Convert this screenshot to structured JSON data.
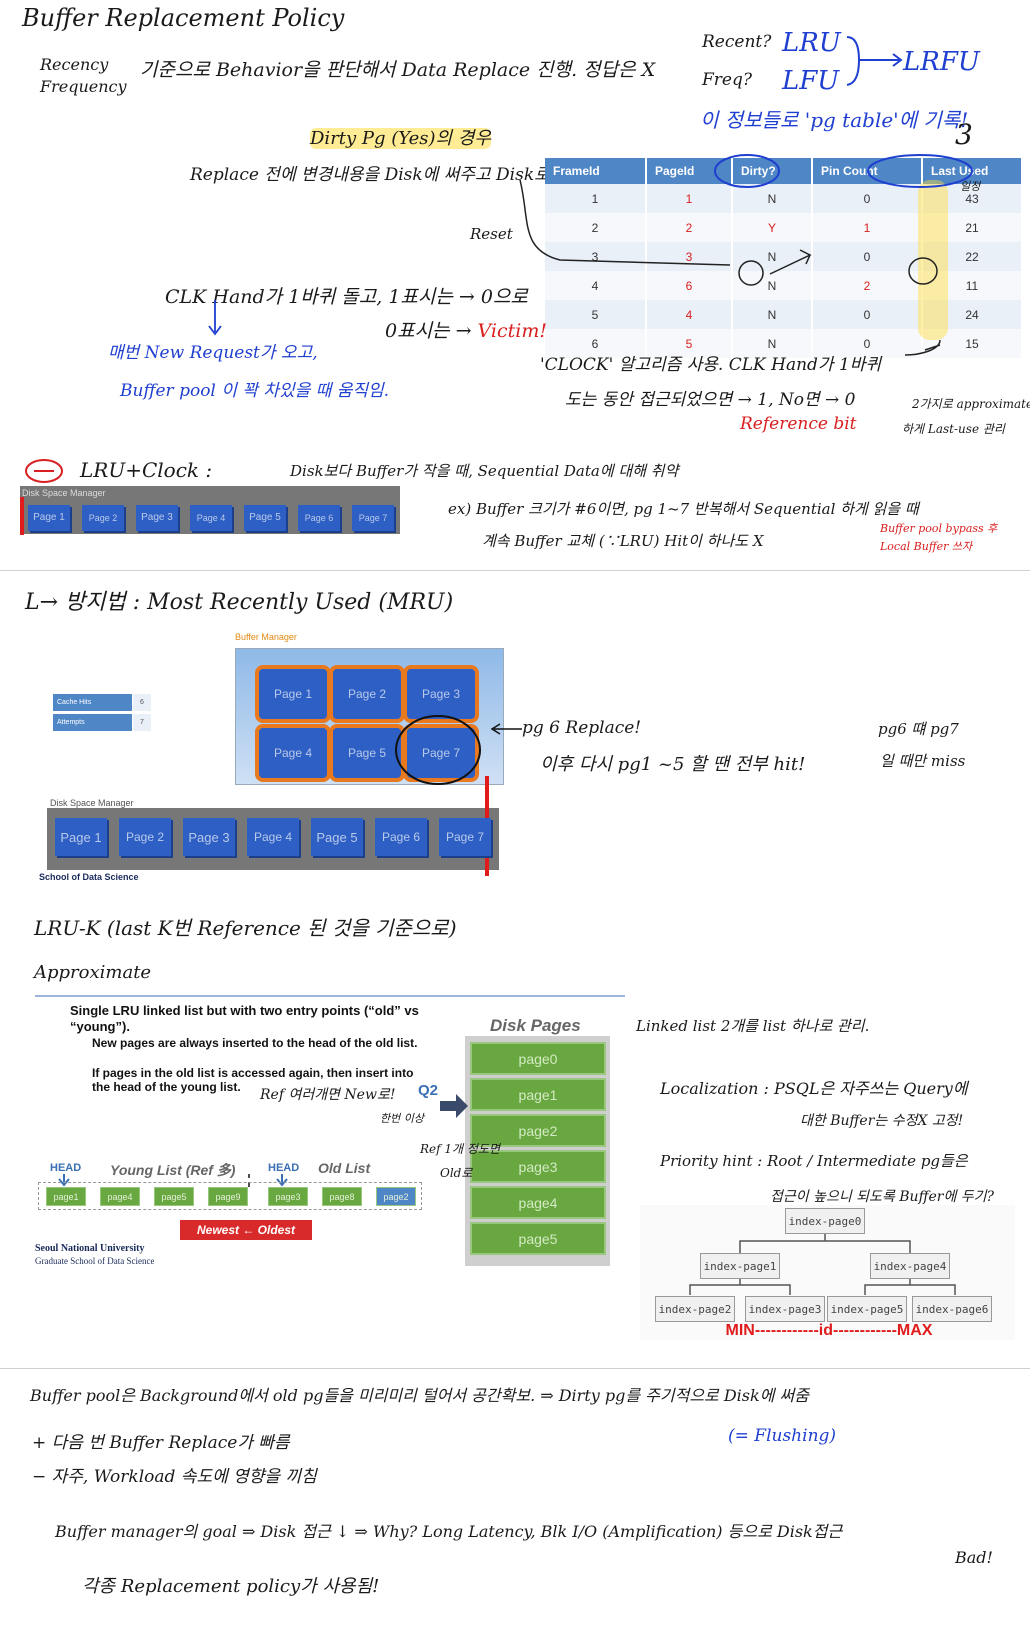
{
  "section1": {
    "title": "Buffer Replacement Policy",
    "criteria": "Recency Frequency",
    "summary": "기준으로 Behavior을 판단해서 Data Replace 진행. 정답은 X",
    "recent": "Recent?",
    "freq": "Freq?",
    "lru": "LRU",
    "lfu": "LFU",
    "lrfu": "LRFU",
    "record_note": "이 정보들로 'pg table'에 기록!",
    "dirty_note": "Dirty Pg (Yes)의 경우",
    "replace_note": "Replace 전에 변경내용을 Disk에 써주고 Disk로 내려야함",
    "clk_note": "CLK Hand가 1바퀴 돌고, 1표시는 → 0으로",
    "zero_note": "0표시는 →",
    "victim": "Victim!",
    "reset": "Reset",
    "three": "3",
    "request_note_1": "매번 New Request가 오고,",
    "request_note_2": "Buffer pool 이 꽉 차있을 때 움직임.",
    "clock_note_1": "'CLOCK' 알고리즘 사용. CLK Hand가 1바퀴",
    "clock_note_2": "도는 동안 접근되었으면 → 1, No면 → 0",
    "reference_bit": "Reference bit",
    "approx_note_1": "2가지로 approximate",
    "approx_note_2": "하게 Last-use 관리",
    "ago_note": "일정",
    "table": {
      "headers": [
        "FrameId",
        "PageId",
        "Dirty?",
        "Pin Count",
        "Last Used"
      ],
      "rows": [
        [
          "1",
          "1",
          "N",
          "0",
          "43"
        ],
        [
          "2",
          "2",
          "Y",
          "1",
          "21"
        ],
        [
          "3",
          "3",
          "N",
          "0",
          "22"
        ],
        [
          "4",
          "6",
          "N",
          "2",
          "11"
        ],
        [
          "5",
          "4",
          "N",
          "0",
          "24"
        ],
        [
          "6",
          "5",
          "N",
          "0",
          "15"
        ]
      ]
    }
  },
  "lru_clock": {
    "heading": "LRU+Clock :",
    "disk_label": "Disk Space Manager",
    "pages": [
      "Page 1",
      "Page 2",
      "Page 3",
      "Page 4",
      "Page 5",
      "Page 6",
      "Page 7"
    ],
    "note_1": "Disk보다 Buffer가 작을 때, Sequential Data에 대해 취약",
    "note_2": "ex) Buffer 크기가 #6이면, pg 1~7 반복해서 Sequential 하게 읽을 때",
    "note_3": "계속 Buffer 교체 (∵LRU) Hit이 하나도 X",
    "bypass_1": "Buffer pool bypass 후",
    "bypass_2": "Local Buffer 쓰자"
  },
  "mru": {
    "heading": "L→ 방지법 : Most Recently Used (MRU)",
    "buffer_label": "Buffer Manager",
    "cache_hits": "Cache Hits",
    "cache_hits_val": "6",
    "attempts": "Attempts",
    "attempts_val": "7",
    "buffer_pages": [
      "Page 1",
      "Page 2",
      "Page 3",
      "Page 4",
      "Page 5",
      "Page 7"
    ],
    "disk_label": "Disk Space Manager",
    "disk_pages": [
      "Page 1",
      "Page 2",
      "Page 3",
      "Page 4",
      "Page 5",
      "Page 6",
      "Page 7"
    ],
    "school": "School of Data Science",
    "note_replace": "pg 6 Replace!",
    "note_hit": "이후 다시 pg1 ~5 할 땐 전부 hit!",
    "note_miss_1": "pg6 떄 pg7",
    "note_miss_2": "일 때만 miss"
  },
  "lruk": {
    "heading": "LRU-K (last K번 Reference 된 것을 기준으로)",
    "approx": "Approximate"
  },
  "approx_slide": {
    "bullet_1": "Single LRU linked list but with two entry points (“old” vs “young”).",
    "bullet_2": "New pages are always inserted to the head of the old list.",
    "bullet_3": "If pages in the old list is accessed again, then insert into the head of the young list.",
    "disk_title": "Disk Pages",
    "disk_pages": [
      "page0",
      "page1",
      "page2",
      "page3",
      "page4",
      "page5"
    ],
    "q2": "Q2",
    "young_label": "Young List (Ref 多)",
    "old_label": "Old List",
    "head": "HEAD",
    "young_nodes": [
      "page1",
      "page4",
      "page5",
      "page9"
    ],
    "old_nodes": [
      "page3",
      "page8",
      "page2"
    ],
    "newest_oldest": "Newest ← Oldest",
    "university": "Seoul National University",
    "grad_school": "Graduate School of Data Science",
    "ref_new": "Ref 여러개면 New로!",
    "once": "한번 이상",
    "ref_few": "Ref 1개 정도면",
    "old_note": "Old로"
  },
  "right_notes": {
    "linked_list": "Linked list 2개를 list 하나로 관리.",
    "locality": "Localization : PSQL은 자주쓰는 Query에",
    "locality_2": "대한 Buffer는 수정X 고정!",
    "priority": "Priority hint : Root / Intermediate pg들은",
    "priority_2": "접근이 높으니 되도록 Buffer에 두기?"
  },
  "tree": {
    "nodes": [
      "index-page0",
      "index-page1",
      "index-page4",
      "index-page2",
      "index-page3",
      "index-page5",
      "index-page6"
    ],
    "axis": "MIN------------id------------MAX"
  },
  "bottom": {
    "flush": "Buffer pool은 Background에서 old pg들을 미리미리 털어서 공간확보. ⇒ Dirty pg를 주기적으로 Disk에 써줌",
    "flushing": "(= Flushing)",
    "plus": "+ 다음 번 Buffer Replace가 빠름",
    "minus": "− 자주, Workload 속도에 영향을 끼침",
    "goal": "Buffer manager의 goal ⇒ Disk 접근 ↓ ⇒ Why? Long Latency, Blk I/O (Amplification) 등으로 Disk접근",
    "bad": "Bad!",
    "policies": "각종 Replacement policy가 사용됨!"
  }
}
